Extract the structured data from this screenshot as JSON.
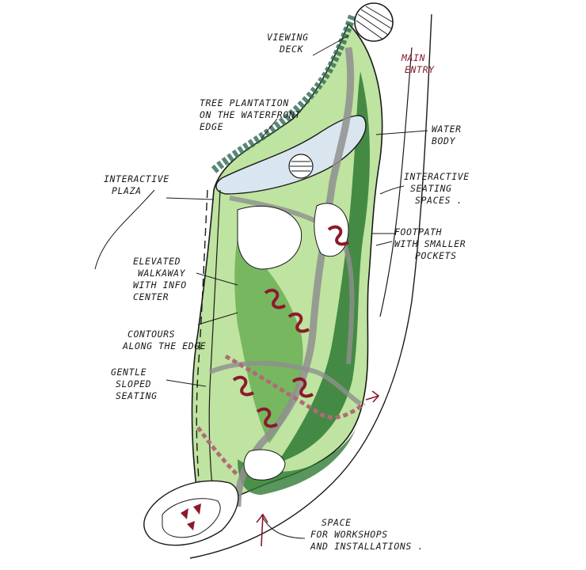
{
  "labels": {
    "viewing_deck": [
      "VIEWING",
      "DECK"
    ],
    "main_entry": [
      "MAIN",
      "ENTRY"
    ],
    "tree_plantation": [
      "TREE PLANTATION",
      "ON THE WATERFRONT",
      "EDGE"
    ],
    "water_body": [
      "WATER",
      "BODY"
    ],
    "interactive_plaza": [
      "INTERACTIVE",
      "PLAZA"
    ],
    "interactive_seating": [
      "INTERACTIVE",
      "SEATING",
      "SPACES ."
    ],
    "footpath": [
      "FOOTPATH",
      "WITH SMALLER",
      "POCKETS"
    ],
    "elevated_walkway": [
      "ELEVATED",
      "WALKAWAY",
      "WITH INFO",
      "CENTER"
    ],
    "contours": [
      "CONTOURS",
      "ALONG THE EDGE"
    ],
    "gentle_sloped": [
      "GENTLE",
      "SLOPED",
      "SEATING"
    ],
    "workshops": [
      "SPACE",
      "FOR WORKSHOPS",
      "AND INSTALLATIONS ."
    ]
  },
  "colors": {
    "green_dark": "#2f7a34",
    "green_light": "#bfe3a0",
    "water": "#d9e6ef",
    "path_grey": "#8f8f8f",
    "accent_red": "#8b1a2b",
    "ink": "#1a1a1a"
  }
}
